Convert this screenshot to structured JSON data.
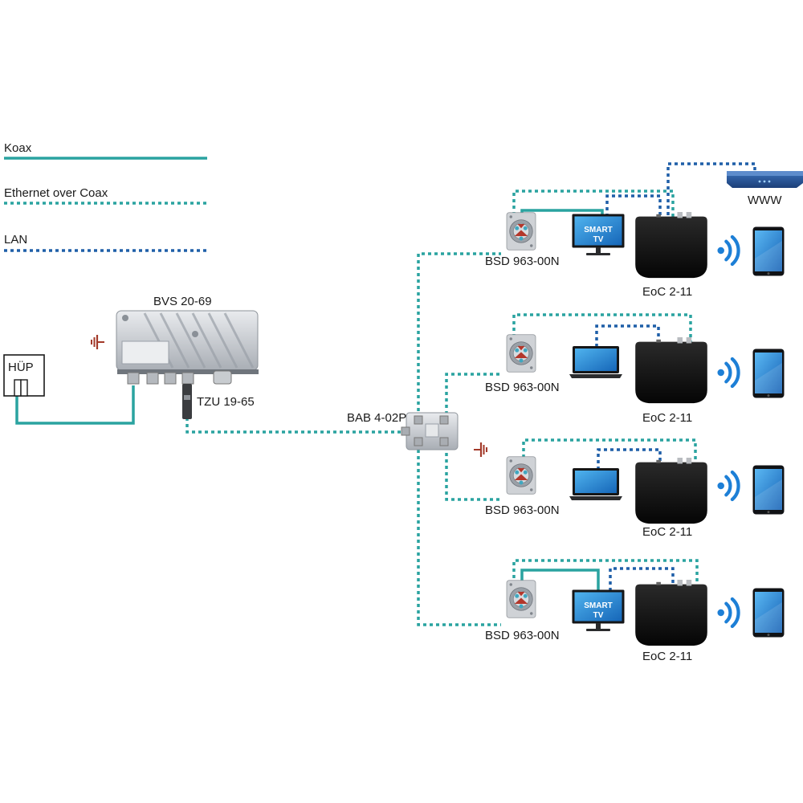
{
  "legend": {
    "koax": "Koax",
    "eoc": "Ethernet over Coax",
    "lan": "LAN"
  },
  "devices": {
    "hup": "HÜP",
    "amplifier": "BVS 20-69",
    "filter": "TZU 19-65",
    "splitter": "BAB 4-02P",
    "router_label": "WWW",
    "screen_text_line1": "SMART",
    "screen_text_line2": "TV"
  },
  "rows": [
    {
      "socket": "BSD 963-00N",
      "adapter": "EoC 2-11",
      "screen": "smart-tv"
    },
    {
      "socket": "BSD 963-00N",
      "adapter": "EoC 2-11",
      "screen": "laptop"
    },
    {
      "socket": "BSD 963-00N",
      "adapter": "EoC 2-11",
      "screen": "laptop"
    },
    {
      "socket": "BSD 963-00N",
      "adapter": "EoC 2-11",
      "screen": "smart-tv"
    }
  ],
  "colors": {
    "koax": "#2aa3a0",
    "lan": "#1f5fa8",
    "ground": "#a33a2a",
    "tablet_blue": "#1d7fd6"
  },
  "icons": [
    "ground-icon",
    "wifi-icon",
    "tablet-icon",
    "router-icon",
    "smart-tv-icon",
    "laptop-icon",
    "socket-icon",
    "eoc-adapter-icon"
  ]
}
